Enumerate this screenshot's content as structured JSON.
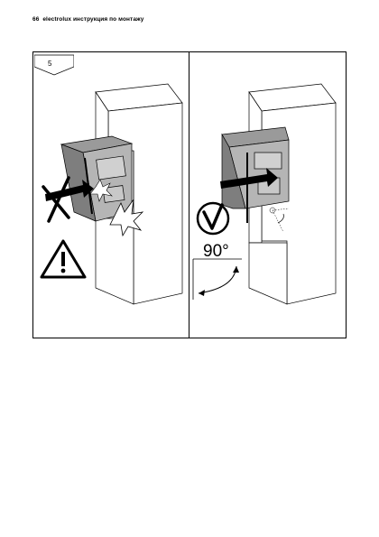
{
  "header": {
    "page_number": "66",
    "text": "electrolux инструкция по монтажу"
  },
  "figure": {
    "step_number": "5",
    "angle_label": "90°"
  },
  "icons": {
    "wrong": "cross-mark-icon",
    "warning": "warning-triangle-icon",
    "correct": "check-mark-circle-icon"
  }
}
